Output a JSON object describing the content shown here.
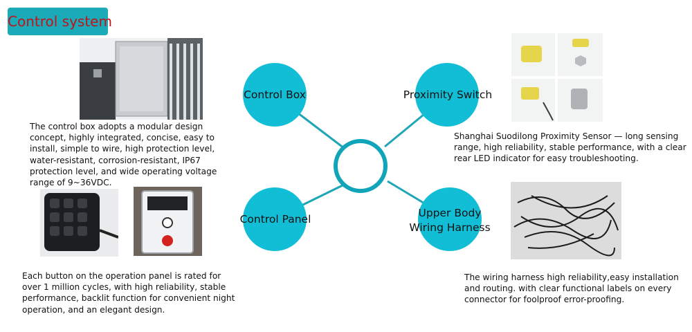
{
  "title": "Control system",
  "colors": {
    "accent": "#1aaab8",
    "title_text": "#c0141c",
    "node_fill": "#12bed6",
    "center_ring": "#12a4b8",
    "connector": "#1fa6b6"
  },
  "nodes": {
    "control_box": "Control Box",
    "proximity_switch": "Proximity Switch",
    "control_panel": "Control Panel",
    "harness_line1": "Upper Body",
    "harness_line2": "Wiring Harness"
  },
  "descriptions": {
    "control_box": [
      "The control box adopts a modular design",
      "concept, highly integrated, concise, easy to",
      "install, simple to wire, high protection level,",
      "water-resistant, corrosion-resistant, IP67",
      "protection level, and wide operating voltage",
      "range of 9~36VDC."
    ],
    "proximity_switch": [
      "Shanghai Suodilong Proximity Sensor — long sensing",
      "range, high reliability, stable performance, with a clear",
      "rear LED indicator for easy troubleshooting."
    ],
    "control_panel": [
      "Each button on the operation panel is rated for",
      "over 1 million cycles, with high reliability, stable",
      "performance, backlit function for convenient night",
      "operation, and an elegant design."
    ],
    "wiring_harness": [
      "The wiring harness high reliability,easy installation",
      "and routing. with clear functional labels on every",
      "connector for foolproof error-proofing."
    ]
  },
  "icons": [
    "control-box-photo",
    "proximity-sensor-photo",
    "keypad-photo",
    "panel-box-photo",
    "wiring-harness-photo"
  ]
}
